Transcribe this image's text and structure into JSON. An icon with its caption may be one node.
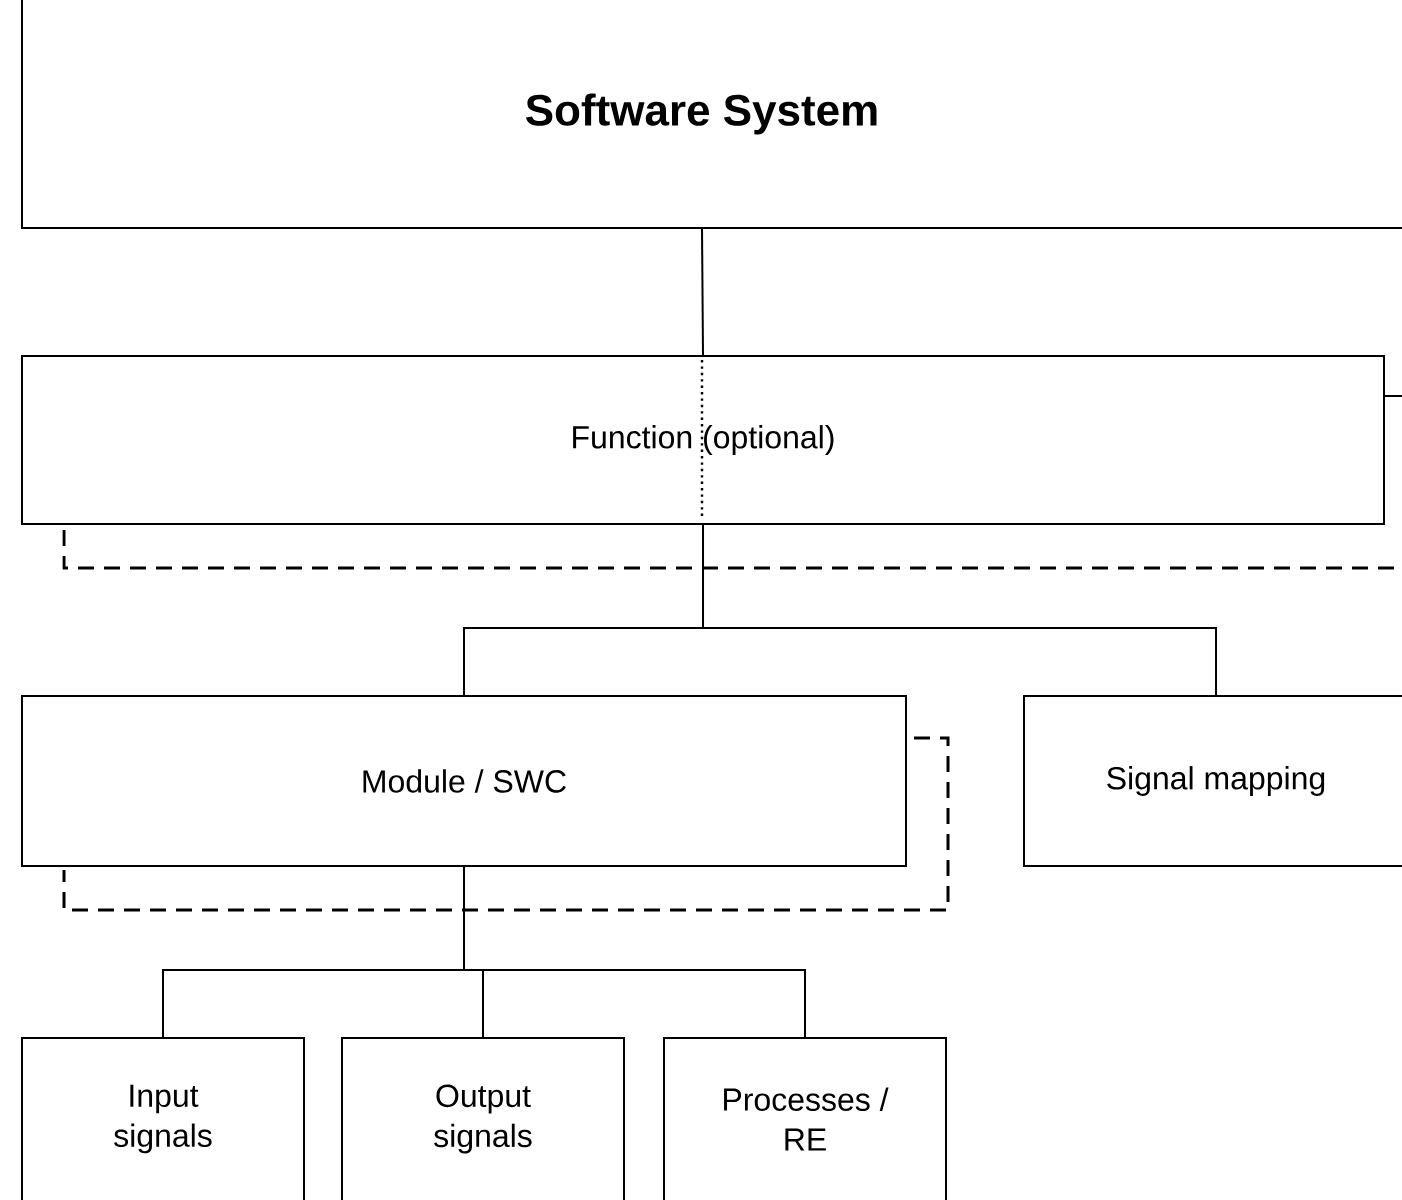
{
  "diagram": {
    "nodes": [
      {
        "text": [
          "Software System"
        ]
      },
      {
        "text": [
          "Function (optional)"
        ]
      },
      {
        "text": [
          "Module / SWC"
        ]
      },
      {
        "text": [
          "Signal mapping"
        ]
      },
      {
        "text": [
          "Input signals"
        ]
      },
      {
        "text": [
          "Output signals"
        ]
      },
      {
        "text": [
          "Processes / RE"
        ]
      }
    ],
    "edges": [
      {
        "from": 0,
        "to": 1,
        "arrow": "none"
      },
      {
        "from": 1,
        "to": 2,
        "arrow": "none"
      },
      {
        "from": 1,
        "to": 3,
        "arrow": "none"
      },
      {
        "from": 2,
        "to": 4,
        "arrow": "none"
      },
      {
        "from": 2,
        "to": 5,
        "arrow": "none"
      },
      {
        "from": 2,
        "to": 6,
        "arrow": "none"
      }
    ]
  }
}
